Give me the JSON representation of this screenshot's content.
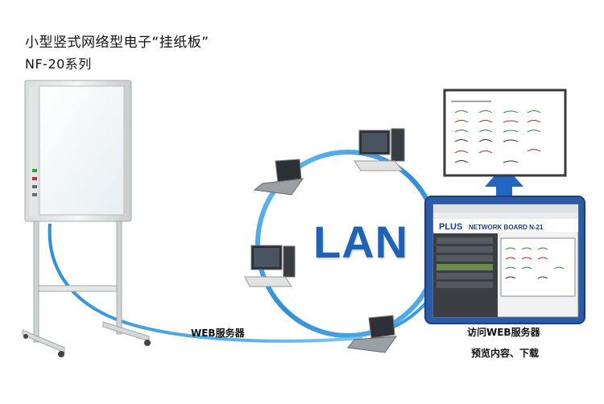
{
  "title": {
    "line1": "小型竖式网络型电子“挂纸板”",
    "line2": "NF-20系列"
  },
  "diagram": {
    "network_label": "LAN",
    "web_server_label": "WEB服务器",
    "access_label": "访问WEB服务器",
    "preview_label": "预览内容、下载"
  },
  "browser_window": {
    "brand": "PLUS",
    "product": "NETWORK BOARD N-21"
  },
  "colors": {
    "lan_blue": "#1f63b6",
    "ring_blue": "#3a9be0",
    "arrow_blue": "#2166c2",
    "tablet_frame": "#2a5aa8"
  }
}
